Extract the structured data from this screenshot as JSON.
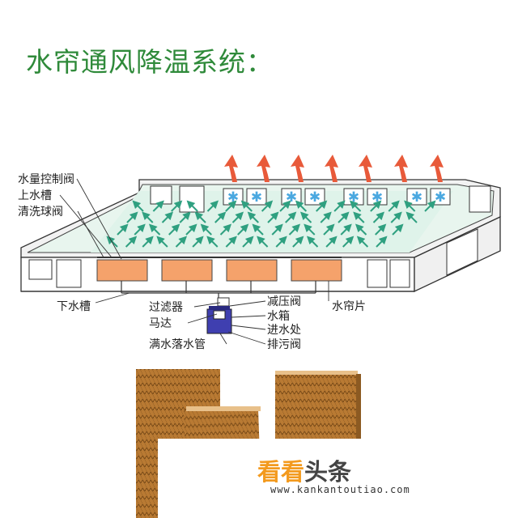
{
  "title": "水帘通风降温系统：",
  "labels": {
    "water_control_valve": "水量控制阀",
    "upper_trough": "上水槽",
    "cleaning_ball_valve": "清洗球阀",
    "lower_trough": "下水槽",
    "filter": "过滤器",
    "motor": "马达",
    "overflow_pipe": "满水落水管",
    "pressure_reducing_valve": "减压阀",
    "water_tank": "水箱",
    "water_inlet": "进水处",
    "drain_valve": "排污阀",
    "pad": "水帘片"
  },
  "watermark": {
    "brand_part1": "看看",
    "brand_part2": "头条",
    "url": "www.kankantoutiao.com"
  },
  "colors": {
    "title": "#2f8a3a",
    "pad": "#f5a26b",
    "airflow_arrow": "#2fa080",
    "exhaust_arrow": "#e85a3a",
    "fan_blade": "#4aa8e0",
    "tank": "#3f3fb0",
    "cardboard": "#b5742e"
  }
}
